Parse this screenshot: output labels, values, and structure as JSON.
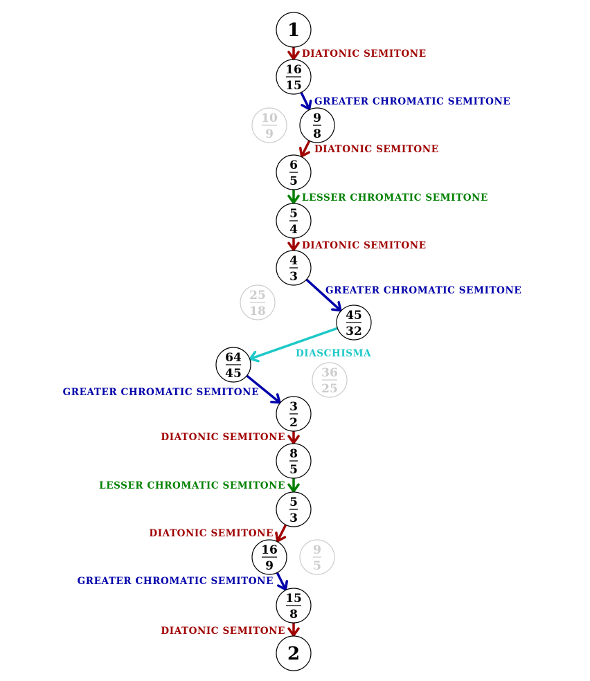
{
  "colors": {
    "diatonic": "#a00000",
    "greater": "#0000aa",
    "lesser": "#008000",
    "diaschisma": "#1ec8c8",
    "node": "#000000",
    "ghost": "#cccccc"
  },
  "nodes": [
    {
      "id": "n1",
      "num": "1",
      "den": ""
    },
    {
      "id": "n16_15",
      "num": "16",
      "den": "15"
    },
    {
      "id": "n9_8",
      "num": "9",
      "den": "8"
    },
    {
      "id": "n6_5",
      "num": "6",
      "den": "5"
    },
    {
      "id": "n5_4",
      "num": "5",
      "den": "4"
    },
    {
      "id": "n4_3",
      "num": "4",
      "den": "3"
    },
    {
      "id": "n45_32",
      "num": "45",
      "den": "32"
    },
    {
      "id": "n64_45",
      "num": "64",
      "den": "45"
    },
    {
      "id": "n3_2",
      "num": "3",
      "den": "2"
    },
    {
      "id": "n8_5",
      "num": "8",
      "den": "5"
    },
    {
      "id": "n5_3",
      "num": "5",
      "den": "3"
    },
    {
      "id": "n16_9",
      "num": "16",
      "den": "9"
    },
    {
      "id": "n15_8",
      "num": "15",
      "den": "8"
    },
    {
      "id": "n2",
      "num": "2",
      "den": ""
    }
  ],
  "ghost_nodes": [
    {
      "id": "g10_9",
      "num": "10",
      "den": "9"
    },
    {
      "id": "g25_18",
      "num": "25",
      "den": "18"
    },
    {
      "id": "g36_25",
      "num": "36",
      "den": "25"
    },
    {
      "id": "g9_5",
      "num": "9",
      "den": "5"
    }
  ],
  "edges": [
    {
      "from": "n1",
      "to": "n16_15",
      "type": "diatonic",
      "label": "DIATONIC SEMITONE"
    },
    {
      "from": "n16_15",
      "to": "n9_8",
      "type": "greater",
      "label": "GREATER CHROMATIC SEMITONE"
    },
    {
      "from": "n9_8",
      "to": "n6_5",
      "type": "diatonic",
      "label": "DIATONIC SEMITONE"
    },
    {
      "from": "n6_5",
      "to": "n5_4",
      "type": "lesser",
      "label": "LESSER CHROMATIC SEMITONE"
    },
    {
      "from": "n5_4",
      "to": "n4_3",
      "type": "diatonic",
      "label": "DIATONIC SEMITONE"
    },
    {
      "from": "n4_3",
      "to": "n45_32",
      "type": "greater",
      "label": "GREATER CHROMATIC SEMITONE"
    },
    {
      "from": "n45_32",
      "to": "n64_45",
      "type": "diaschisma",
      "label": "DIASCHISMA"
    },
    {
      "from": "n64_45",
      "to": "n3_2",
      "type": "greater",
      "label": "GREATER CHROMATIC SEMITONE"
    },
    {
      "from": "n3_2",
      "to": "n8_5",
      "type": "diatonic",
      "label": "DIATONIC SEMITONE"
    },
    {
      "from": "n8_5",
      "to": "n5_3",
      "type": "lesser",
      "label": "LESSER CHROMATIC SEMITONE"
    },
    {
      "from": "n5_3",
      "to": "n16_9",
      "type": "diatonic",
      "label": "DIATONIC SEMITONE"
    },
    {
      "from": "n16_9",
      "to": "n15_8",
      "type": "greater",
      "label": "GREATER CHROMATIC SEMITONE"
    },
    {
      "from": "n15_8",
      "to": "n2",
      "type": "diatonic",
      "label": "DIATONIC SEMITONE"
    }
  ]
}
